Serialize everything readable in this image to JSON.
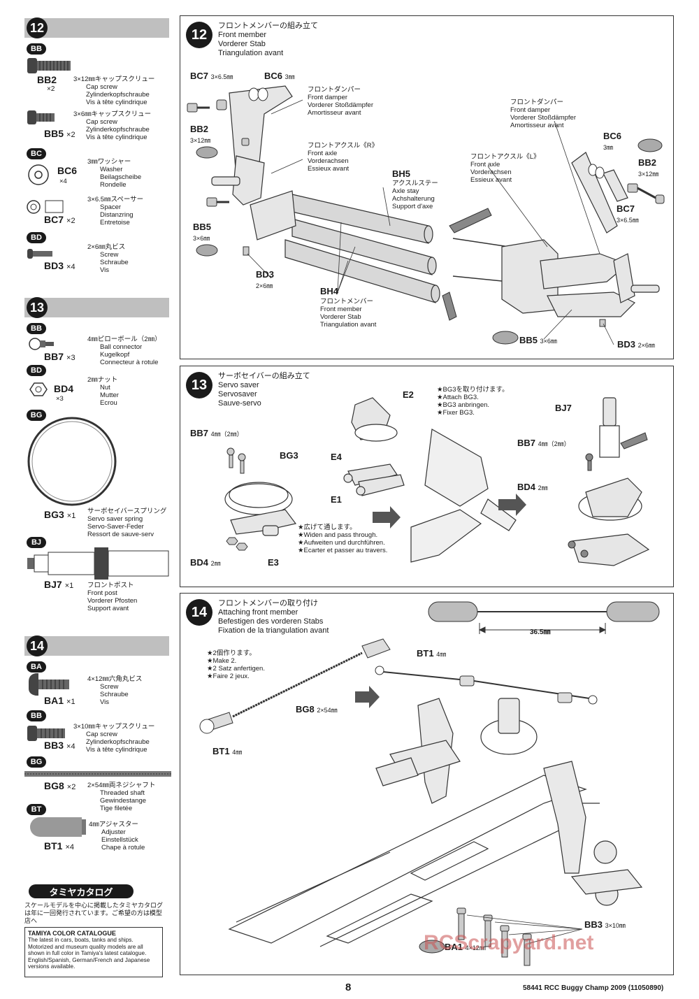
{
  "page_number": "8",
  "footer_code": "58441 RCC Buggy Champ 2009 (11050890)",
  "watermark": "RCScrapyard.net",
  "sidebar": {
    "sections": [
      {
        "step": "12",
        "parts": [
          {
            "bag": "BB",
            "code": "BB2",
            "qty": "×2",
            "size": "3×12㎜キャップスクリュー",
            "names": [
              "Cap screw",
              "Zylinderkopfschraube",
              "Vis à tête cylindrique"
            ]
          },
          {
            "code": "BB5",
            "qty": "×2",
            "size": "3×6㎜キャップスクリュー",
            "names": [
              "Cap screw",
              "Zylinderkopfschraube",
              "Vis à tête cylindrique"
            ]
          },
          {
            "bag": "BC",
            "code": "BC6",
            "qty": "×4",
            "size": "3㎜ワッシャー",
            "names": [
              "Washer",
              "Beilagscheibe",
              "Rondelle"
            ]
          },
          {
            "code": "BC7",
            "qty": "×2",
            "size": "3×6.5㎜スペーサー",
            "names": [
              "Spacer",
              "Distanzring",
              "Entretoise"
            ]
          },
          {
            "bag": "BD",
            "code": "BD3",
            "qty": "×4",
            "size": "2×6㎜丸ビス",
            "names": [
              "Screw",
              "Schraube",
              "Vis"
            ]
          }
        ]
      },
      {
        "step": "13",
        "parts": [
          {
            "bag": "BB",
            "code": "BB7",
            "qty": "×3",
            "size": "4㎜ピローボール（2㎜）",
            "names": [
              "Ball connector",
              "Kugelkopf",
              "Connecteur à rotule"
            ]
          },
          {
            "bag": "BD",
            "code": "BD4",
            "qty": "×3",
            "size": "2㎜ナット",
            "names": [
              "Nut",
              "Mutter",
              "Ecrou"
            ]
          },
          {
            "bag": "BG",
            "code": "BG3",
            "qty": "×1",
            "size": "サーボセイバースプリング",
            "names": [
              "Servo saver spring",
              "Servo-Saver-Feder",
              "Ressort de sauve-serv"
            ]
          },
          {
            "bag": "BJ",
            "code": "BJ7",
            "qty": "×1",
            "size": "フロントポスト",
            "names": [
              "Front post",
              "Vorderer Pfosten",
              "Support avant"
            ]
          }
        ]
      },
      {
        "step": "14",
        "parts": [
          {
            "bag": "BA",
            "code": "BA1",
            "qty": "×1",
            "size": "4×12㎜六角丸ビス",
            "names": [
              "Screw",
              "Schraube",
              "Vis"
            ]
          },
          {
            "bag": "BB",
            "code": "BB3",
            "qty": "×4",
            "size": "3×10㎜キャップスクリュー",
            "names": [
              "Cap screw",
              "Zylinderkopfschraube",
              "Vis à tête cylindrique"
            ]
          },
          {
            "bag": "BG",
            "code": "BG8",
            "qty": "×2",
            "size": "2×54㎜両ネジシャフト",
            "names": [
              "Threaded shaft",
              "Gewindestange",
              "Tige filetée"
            ]
          },
          {
            "bag": "BT",
            "code": "BT1",
            "qty": "×4",
            "size": "4㎜アジャスター",
            "names": [
              "Adjuster",
              "Einstellstück",
              "Chape à rotule"
            ]
          }
        ]
      }
    ],
    "catalogue": {
      "banner": "タミヤカタログ",
      "jp_text": "スケールモデルを中心に掲載したタミヤカタログは年に一回発行されています。ご希望の方は模型店へ",
      "title": "TAMIYA COLOR CATALOGUE",
      "body": "The latest in cars, boats, tanks and ships. Motorized and museum quality models are all shown in full color in Tamiya's latest catalogue. English/Spanish, German/French and Japanese versions available."
    }
  },
  "panels": {
    "step12": {
      "number": "12",
      "titles": [
        "フロントメンバーの組み立て",
        "Front member",
        "Vorderer Stab",
        "Triangulation avant"
      ],
      "labels": {
        "bc7_left": "BC7",
        "bc7_left_size": "3×6.5㎜",
        "bc6_left": "BC6",
        "bc6_left_size": "3㎜",
        "bb2_left": "BB2",
        "bb2_left_size": "3×12㎜",
        "bb5_left": "BB5",
        "bb5_left_size": "3×6㎜",
        "bd3_left": "BD3",
        "bd3_left_size": "2×6㎜",
        "bh5": "BH5",
        "bh5_names": [
          "アクスルステー",
          "Axle stay",
          "Achshalterung",
          "Support d'axe"
        ],
        "bh4": "BH4",
        "bh4_names": [
          "フロントメンバー",
          "Front member",
          "Vorderer Stab",
          "Triangulation avant"
        ],
        "damper_left": [
          "フロントダンパー",
          "Front damper",
          "Vorderer Stoßdämpfer",
          "Amortisseur avant"
        ],
        "axle_r": [
          "フロントアクスル《R》",
          "Front axle",
          "Vorderachsen",
          "Essieux avant"
        ],
        "damper_right": [
          "フロントダンパー",
          "Front damper",
          "Vorderer Stoßdämpfer",
          "Amortisseur avant"
        ],
        "axle_l": [
          "フロントアクスル《L》",
          "Front axle",
          "Vorderachsen",
          "Essieux avant"
        ],
        "bc6_right": "BC6",
        "bc6_right_size": "3㎜",
        "bb2_right": "BB2",
        "bb2_right_size": "3×12㎜",
        "bc7_right": "BC7",
        "bc7_right_size": "3×6.5㎜",
        "bb5_right": "BB5",
        "bb5_right_size": "3×6㎜",
        "bd3_right": "BD3",
        "bd3_right_size": "2×6㎜"
      }
    },
    "step13": {
      "number": "13",
      "titles": [
        "サーボセイバーの組み立て",
        "Servo saver",
        "Servosaver",
        "Sauve-servo"
      ],
      "labels": {
        "bb7_left": "BB7",
        "bb7_left_size": "4㎜（2㎜）",
        "bg3": "BG3",
        "e2": "E2",
        "e4": "E4",
        "e1": "E1",
        "e3": "E3",
        "bd4_left": "BD4",
        "bd4_left_size": "2㎜",
        "widen": [
          "★広げて通します。",
          "★Widen and pass through.",
          "★Aufweiten und durchführen.",
          "★Ecarter et passer au travers."
        ],
        "attach": [
          "★BG3を取り付けます。",
          "★Attach BG3.",
          "★BG3 anbringen.",
          "★Fixer BG3."
        ],
        "bj7": "BJ7",
        "bb7_right": "BB7",
        "bb7_right_size": "4㎜（2㎜）",
        "bd4_right": "BD4",
        "bd4_right_size": "2㎜"
      }
    },
    "step14": {
      "number": "14",
      "titles": [
        "フロントメンバーの取り付け",
        "Attaching front member",
        "Befestigen des vorderen Stabs",
        "Fixation de la triangulation avant"
      ],
      "labels": {
        "make2": [
          "★2個作ります。",
          "★Make 2.",
          "★2 Satz anfertigen.",
          "★Faire 2 jeux."
        ],
        "bt1_top": "BT1",
        "bt1_top_size": "4㎜",
        "bg8": "BG8",
        "bg8_size": "2×54㎜",
        "bt1_bottom": "BT1",
        "bt1_bottom_size": "4㎜",
        "dim": "36.5㎜",
        "bb3": "BB3",
        "bb3_size": "3×10㎜",
        "ba1": "BA1",
        "ba1_size": "4×12㎜"
      }
    }
  }
}
